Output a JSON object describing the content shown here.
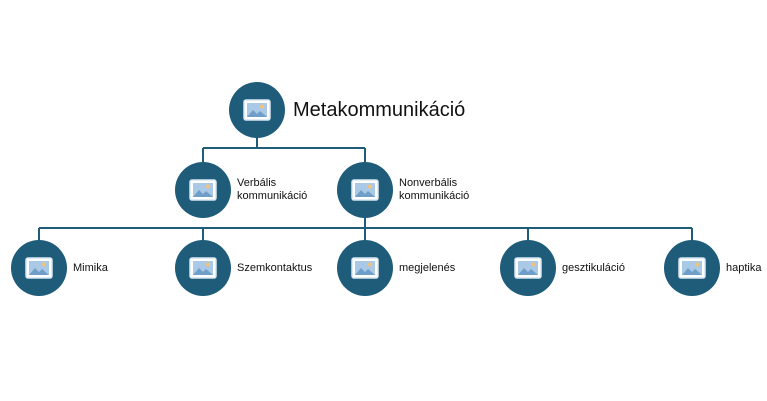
{
  "diagram": {
    "root": {
      "label": "Metakommunikáció",
      "icon": "picture-placeholder-icon"
    },
    "level2": [
      {
        "label_line1": "Verbális",
        "label_line2": "kommunikáció",
        "icon": "picture-placeholder-icon"
      },
      {
        "label_line1": "Nonverbális",
        "label_line2": "kommunikáció",
        "icon": "picture-placeholder-icon"
      }
    ],
    "level3": [
      {
        "label": "Mimika",
        "icon": "picture-placeholder-icon"
      },
      {
        "label": "Szemkontaktus",
        "icon": "picture-placeholder-icon"
      },
      {
        "label": "megjelenés",
        "icon": "picture-placeholder-icon"
      },
      {
        "label": "gesztikuláció",
        "icon": "picture-placeholder-icon"
      },
      {
        "label": "haptika",
        "icon": "picture-placeholder-icon"
      }
    ],
    "colors": {
      "node_fill": "#1e5c7a",
      "connector": "#1e5c7a",
      "icon_frame": "#d6e6f2",
      "icon_sky": "#a9c9e6",
      "icon_sun": "#f3c27a"
    }
  }
}
